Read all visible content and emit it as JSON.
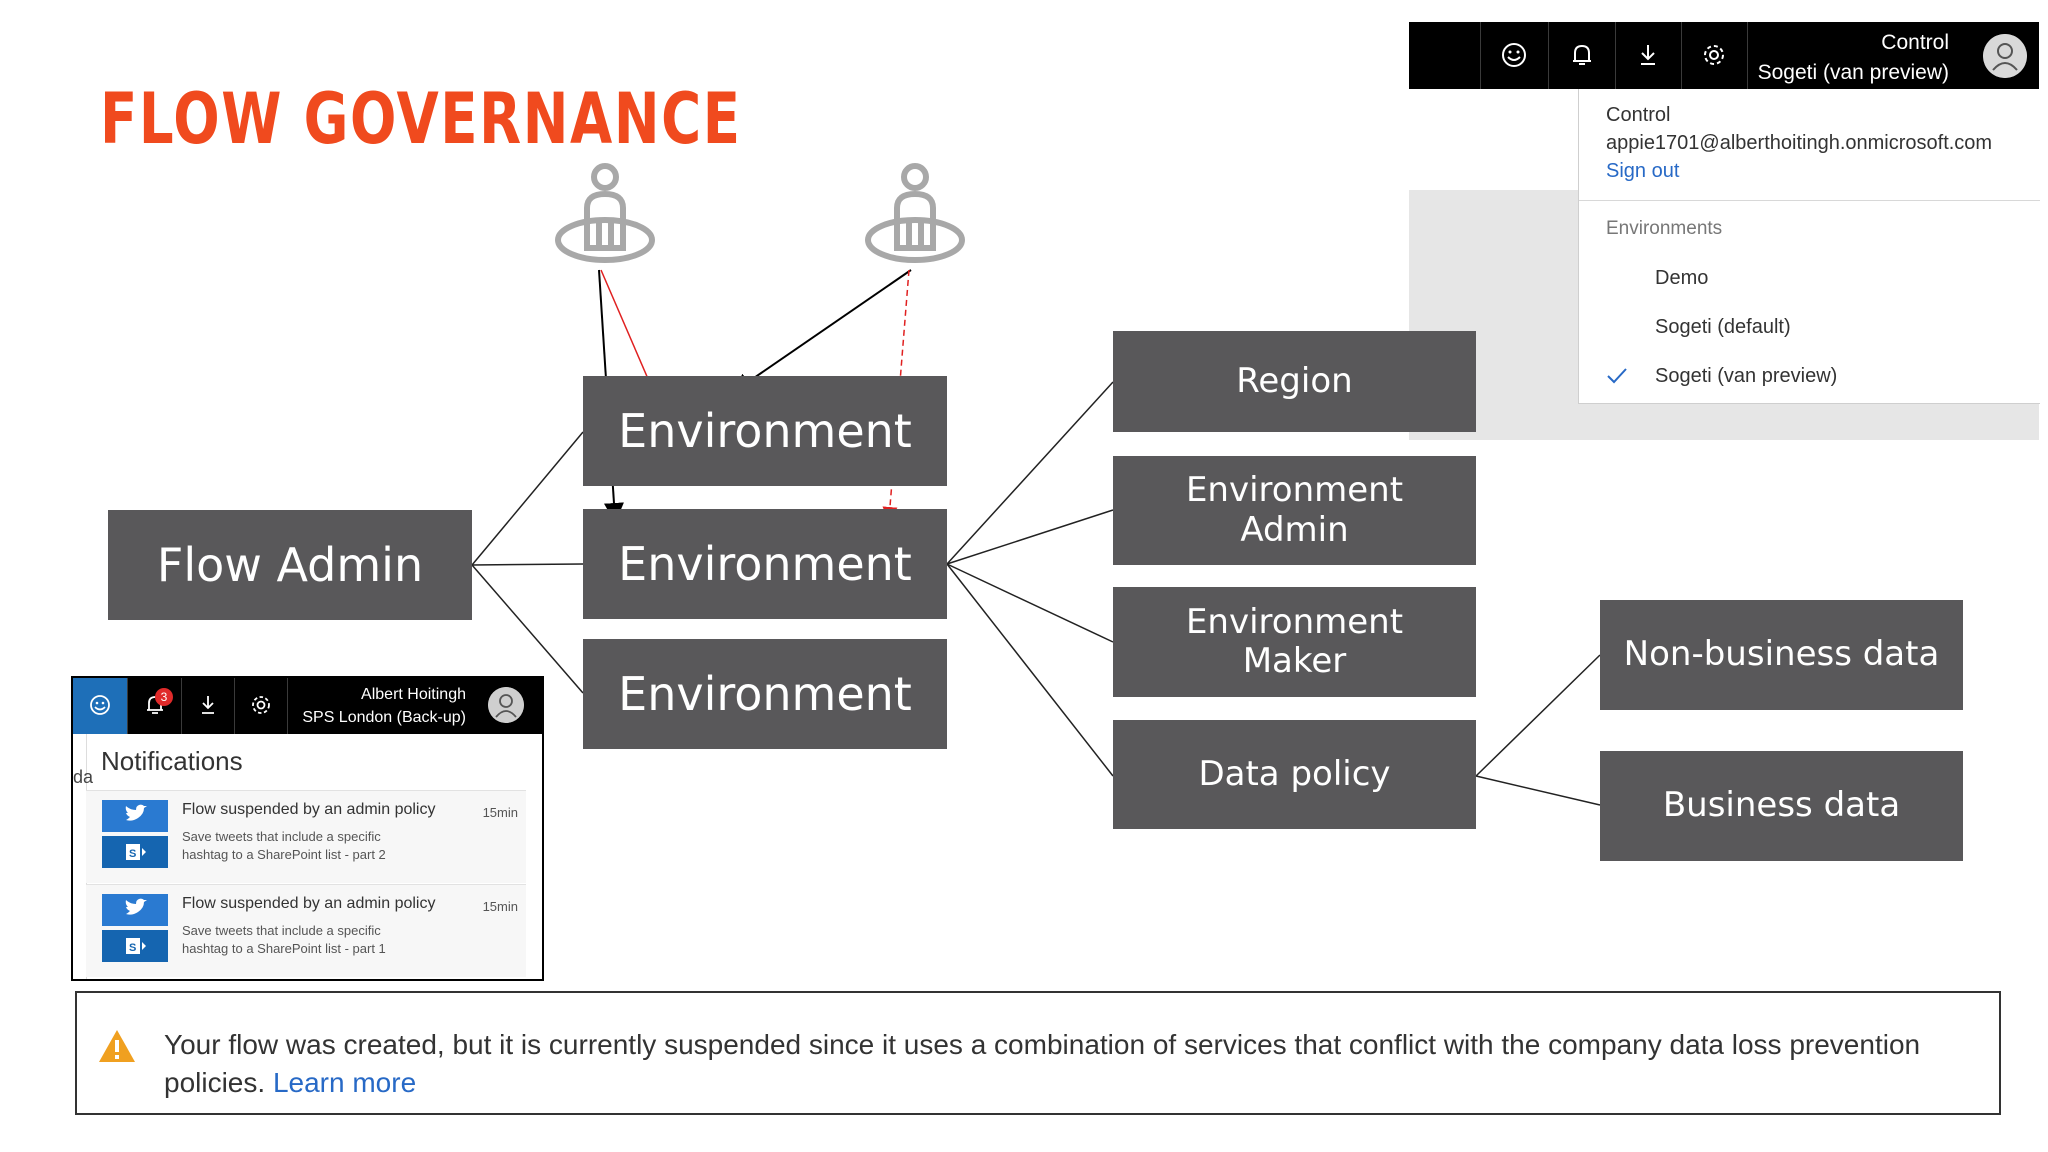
{
  "title": "FLOW GOVERNANCE",
  "diagram": {
    "flow_admin": "Flow Admin",
    "environments": [
      "Environment",
      "Environment",
      "Environment"
    ],
    "environment_children": [
      "Region",
      "Environment Admin",
      "Environment Maker",
      "Data policy"
    ],
    "data_types": [
      "Non-business data",
      "Business data"
    ]
  },
  "account_panel": {
    "topbar_name": "Control",
    "topbar_environment": "Sogeti (van preview)",
    "user_name": "Control",
    "user_email": "appie1701@alberthoitingh.onmicrosoft.com",
    "sign_out": "Sign out",
    "environments_label": "Environments",
    "environments": [
      "Demo",
      "Sogeti (default)",
      "Sogeti (van preview)"
    ],
    "selected_environment": "Sogeti (van preview)"
  },
  "notifications": {
    "user_name": "Albert Hoitingh",
    "environment": "SPS London (Back-up)",
    "badge_count": "3",
    "title": "Notifications",
    "side_stub": "da",
    "items": [
      {
        "heading": "Flow suspended by an admin policy",
        "time": "15min",
        "line1": "Save tweets that include a specific",
        "line2": "hashtag to a SharePoint list - part 2"
      },
      {
        "heading": "Flow suspended by an admin policy",
        "time": "15min",
        "line1": "Save tweets that include a specific",
        "line2": "hashtag to a SharePoint list - part 1"
      }
    ]
  },
  "warning": {
    "message": "Your flow was created, but it is currently suspended since it uses a combination of services that conflict with the company data loss prevention policies.",
    "link": "Learn more"
  },
  "colors": {
    "title": "#f04a1e",
    "box": "#59585a",
    "link": "#2769c6",
    "warning_icon": "#f0a020",
    "accent_blue": "#1e6fb8"
  },
  "icons": [
    "person-icon",
    "smiley-icon",
    "bell-icon",
    "download-icon",
    "gear-icon",
    "avatar-icon",
    "checkmark-icon",
    "twitter-icon",
    "sharepoint-icon",
    "warning-icon"
  ]
}
